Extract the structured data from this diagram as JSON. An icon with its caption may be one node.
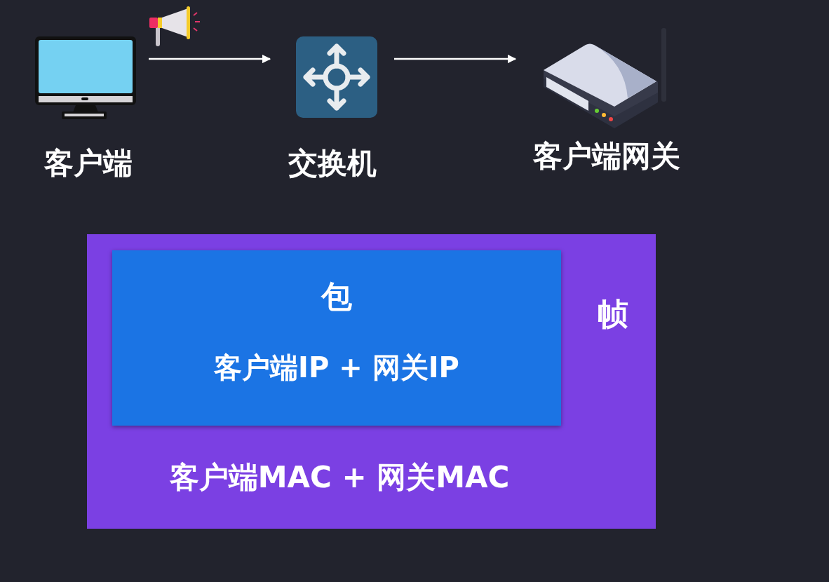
{
  "diagram": {
    "nodes": [
      {
        "text": [
          "客户端"
        ]
      },
      {
        "text": [
          "交换机"
        ]
      },
      {
        "text": [
          "客户端网关"
        ]
      },
      {
        "text": [
          "帧",
          "客户端MAC + 网关MAC"
        ]
      },
      {
        "text": [
          "包",
          "客户端IP + 网关IP"
        ],
        "in": 3
      }
    ],
    "edges": [
      {
        "from": 0,
        "to": 1,
        "arrow": "to"
      },
      {
        "from": 1,
        "to": 2,
        "arrow": "to"
      }
    ]
  }
}
